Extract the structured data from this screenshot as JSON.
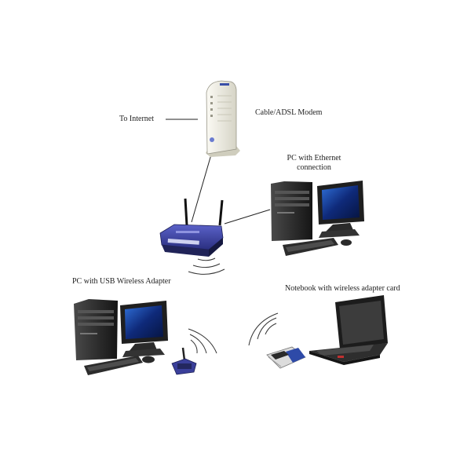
{
  "labels": {
    "internet": "To Internet",
    "modem": "Cable/ADSL Modem",
    "pc_ethernet_line1": "PC with Ethernet",
    "pc_ethernet_line2": "connection",
    "pc_usb": "PC with USB Wireless Adapter",
    "notebook": "Notebook with wireless adapter card"
  },
  "colors": {
    "cable": "#222222",
    "router_blue": "#3a3f9a",
    "monitor_screen": "#0f2a7a",
    "tower": "#2a2a2a",
    "modem_body": "#efeee6",
    "card_blue": "#2e4aa8"
  },
  "icons": [
    "modem-icon",
    "router-icon",
    "desktop-pc-icon",
    "usb-wireless-adapter-icon",
    "notebook-icon",
    "pc-card-icon",
    "wifi-waves-icon"
  ]
}
